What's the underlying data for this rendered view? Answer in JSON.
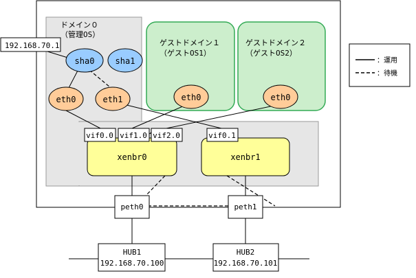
{
  "domain0": {
    "title": "ドメイン０",
    "subtitle": "（管理OS）"
  },
  "guest1": {
    "title": "ゲストドメイン１",
    "subtitle": "（ゲストOS1）"
  },
  "guest2": {
    "title": "ゲストドメイン２",
    "subtitle": "（ゲストOS2）"
  },
  "ip_callout": "192.168.70.1",
  "interfaces": {
    "sha0": "sha0",
    "sha1": "sha1",
    "d0_eth0": "eth0",
    "d0_eth1": "eth1",
    "g1_eth0": "eth0",
    "g2_eth0": "eth0"
  },
  "vifs": {
    "vif00": "vif0.0",
    "vif10": "vif1.0",
    "vif20": "vif2.0",
    "vif01": "vif0.1"
  },
  "bridges": {
    "xenbr0": "xenbr0",
    "xenbr1": "xenbr1"
  },
  "physical": {
    "peth0": "peth0",
    "peth1": "peth1"
  },
  "hubs": [
    {
      "name": "HUB1",
      "ip": "192.168.70.100"
    },
    {
      "name": "HUB2",
      "ip": "192.168.70.101"
    }
  ],
  "legend": {
    "active": "：運用",
    "standby": "：待機"
  },
  "colors": {
    "sha_fill": "#99ccff",
    "eth_fill": "#ffcc99",
    "guest_fill": "#cceecc",
    "guest_stroke": "#33aa55",
    "bridge_fill": "#ffff99",
    "gray_panel": "#e6e6e6"
  }
}
